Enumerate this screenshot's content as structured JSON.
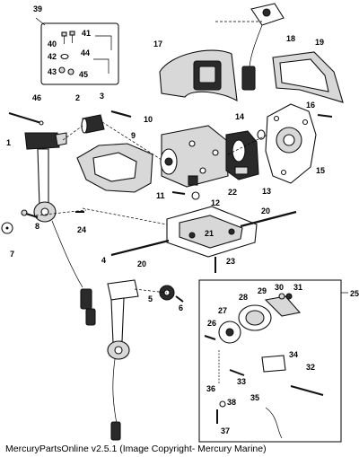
{
  "footer": "MercuryPartsOnline v2.5.1 (Image Copyright- Mercury Marine)",
  "callouts": {
    "c1": "1",
    "c2": "2",
    "c3": "3",
    "c4": "4",
    "c5": "5",
    "c6": "6",
    "c7": "7",
    "c8": "8",
    "c9": "9",
    "c10": "10",
    "c11": "11",
    "c12": "12",
    "c13": "13",
    "c14": "14",
    "c15": "15",
    "c16": "16",
    "c17": "17",
    "c18": "18",
    "c19": "19",
    "c20a": "20",
    "c20b": "20",
    "c21": "21",
    "c22": "22",
    "c23": "23",
    "c24": "24",
    "c25": "25",
    "c26": "26",
    "c27": "27",
    "c28": "28",
    "c29": "29",
    "c30": "30",
    "c31": "31",
    "c32": "32",
    "c33": "33",
    "c34": "34",
    "c35": "35",
    "c36": "36",
    "c37": "37",
    "c38": "38",
    "c39": "39",
    "c40": "40",
    "c41": "41",
    "c42": "42",
    "c43": "43",
    "c44": "44",
    "c45": "45",
    "c46": "46"
  }
}
